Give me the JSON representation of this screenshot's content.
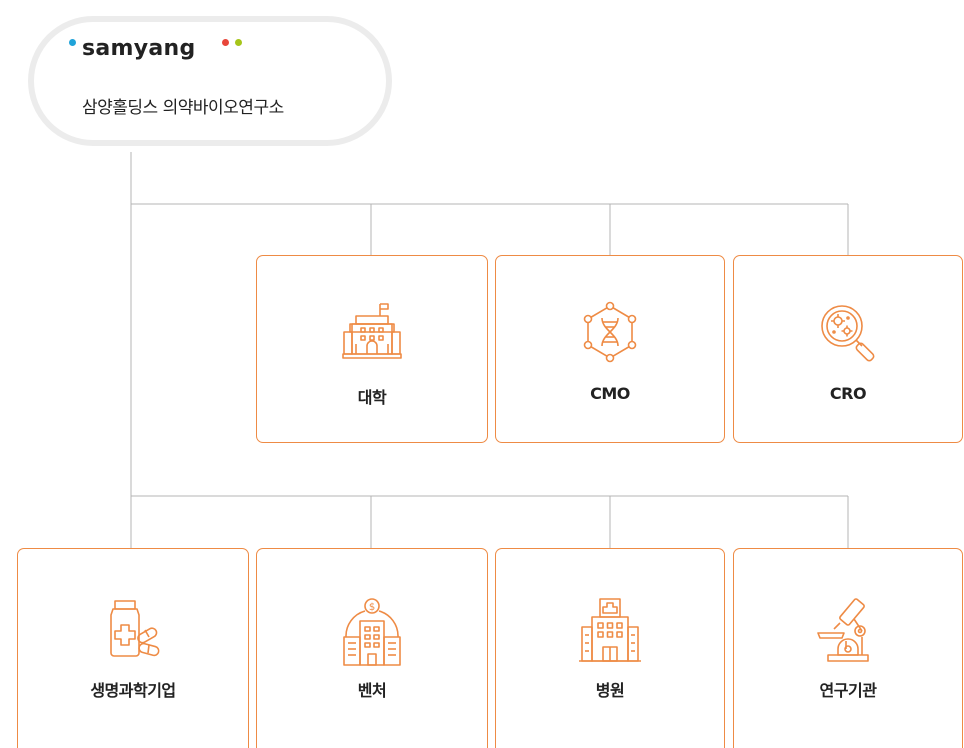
{
  "root": {
    "logo_text": "samyang",
    "title": "삼양홀딩스 의약바이오연구소"
  },
  "colors": {
    "accent": "#ee8b45",
    "line": "#b4b4b4",
    "logo_dot_blue": "#1fa3d9",
    "logo_dot_red": "#e8463a",
    "logo_dot_green": "#a6c51a"
  },
  "partners_row1": [
    {
      "label": "대학",
      "icon": "university-icon"
    },
    {
      "label": "CMO",
      "icon": "dna-network-icon"
    },
    {
      "label": "CRO",
      "icon": "magnifier-bacteria-icon"
    }
  ],
  "partners_row2": [
    {
      "label": "생명과학기업",
      "icon": "medicine-bottle-icon"
    },
    {
      "label": "벤처",
      "icon": "venture-building-icon"
    },
    {
      "label": "병원",
      "icon": "hospital-icon"
    },
    {
      "label": "연구기관",
      "icon": "microscope-icon"
    }
  ]
}
